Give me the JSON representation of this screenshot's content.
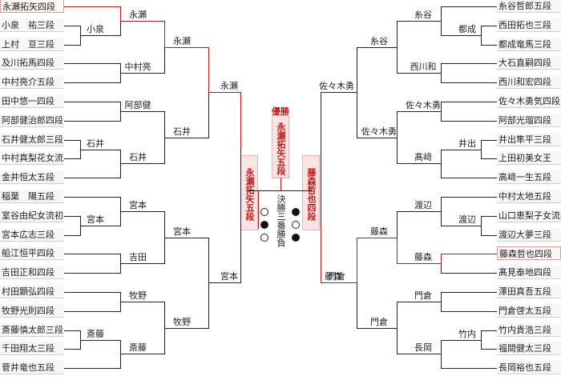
{
  "bracket": {
    "left_players": [
      "永瀬拓矢四段",
      "小泉　祐三段",
      "上村　亘三段",
      "及川拓馬四段",
      "中村亮介五段",
      "田中悠一四段",
      "阿部健治郎四段",
      "石井健太郎三段",
      "中村真梨花女流二段",
      "金井恒太五段",
      "稲葉　陽五段",
      "室谷由紀女流初段",
      "宮本広志三段",
      "船江恒平四段",
      "吉田正和四段",
      "村田顕弘四段",
      "牧野光則四段",
      "斎藤慎太郎三段",
      "千田翔太三段",
      "菅井竜也五段"
    ],
    "right_players": [
      "糸谷哲郎五段",
      "西田拓也三段",
      "都成竜馬三段",
      "大石直嗣四段",
      "西川和宏四段",
      "佐々木勇気四段",
      "阿部光瑠四段",
      "井出隼平三段",
      "上田初美女王",
      "高﨑一生五段",
      "中村太地五段",
      "山口恵梨子女流初段",
      "渡辺大夢三段",
      "藤森哲也四段",
      "髙見泰地四段",
      "澤田真吾五段",
      "門倉啓太五段",
      "竹内貴浩三段",
      "福間健太三段",
      "長岡裕也五段"
    ],
    "left_round1_winners": [
      "小泉",
      "石井",
      "宮本",
      "斎藤"
    ],
    "left_round2_winners": [
      "永瀬",
      "中村亮",
      "阿部健",
      "石井",
      "宮本",
      "吉田",
      "牧野",
      "斎藤"
    ],
    "left_round3_winners": [
      "永瀬",
      "石井",
      "宮本",
      "牧野"
    ],
    "left_round4_winners": [
      "永瀬",
      "宮本"
    ],
    "left_semifinal_winner": "永瀬",
    "right_round1_winners": [
      "都成",
      "井出",
      "渡辺",
      "竹内"
    ],
    "right_round2_winners": [
      "糸谷",
      "西川和",
      "佐々木勇",
      "髙﨑",
      "渡辺",
      "藤森",
      "門倉",
      "長岡"
    ],
    "right_round3_winners": [
      "糸谷",
      "佐々木勇",
      "藤森",
      "門倉"
    ],
    "right_round4_winners": [
      "佐々木勇",
      "門倉"
    ],
    "right_semifinal_winner": "藤森",
    "champion_label": "優勝",
    "champion": "永瀬拓矢五段",
    "finalist_left": "永瀬拓矢五段",
    "finalist_right": "藤森哲也四段",
    "final_format": "決勝三番勝負",
    "final_results": {
      "left": [
        "white",
        "black",
        "white"
      ],
      "right": [
        "black",
        "white",
        "black"
      ]
    }
  },
  "colors": {
    "winner_line": "#c01818",
    "line": "#222222",
    "highlight_bg": "#fbe3e3"
  }
}
